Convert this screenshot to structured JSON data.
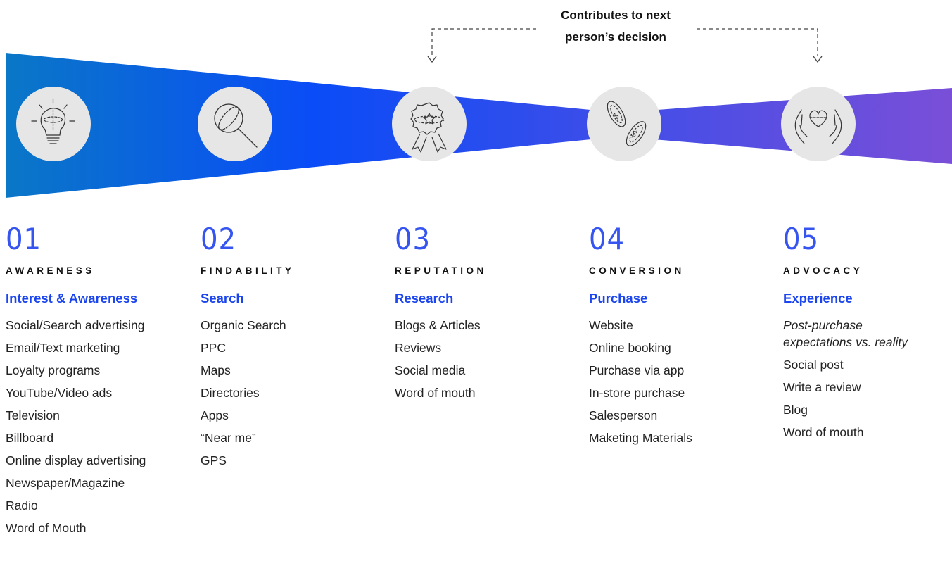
{
  "callout": {
    "line1": "Contributes to next",
    "line2": "person’s decision"
  },
  "funnel_colors": {
    "left": "#0a78c6",
    "mid": "#0a4cf7",
    "right": "#7a4fd8",
    "circle": "#e6e6e6",
    "icon_stroke": "#333333"
  },
  "stages": [
    {
      "number": "01",
      "name": "AWARENESS",
      "subtitle": "Interest & Awareness",
      "icon": "lightbulb-icon",
      "items": [
        {
          "text": "Social/Search advertising",
          "wrap": true
        },
        {
          "text": "Email/Text marketing"
        },
        {
          "text": "Loyalty programs"
        },
        {
          "text": "YouTube/Video ads"
        },
        {
          "text": "Television"
        },
        {
          "text": "Billboard"
        },
        {
          "text": "Online display advertising",
          "wrap": true
        },
        {
          "text": "Newspaper/Magazine"
        },
        {
          "text": "Radio"
        },
        {
          "text": "Word of Mouth"
        }
      ]
    },
    {
      "number": "02",
      "name": "FINDABILITY",
      "subtitle": "Search",
      "icon": "magnifier-icon",
      "items": [
        {
          "text": "Organic Search"
        },
        {
          "text": "PPC"
        },
        {
          "text": "Maps"
        },
        {
          "text": "Directories"
        },
        {
          "text": "Apps"
        },
        {
          "text": "“Near me”"
        },
        {
          "text": "GPS"
        }
      ]
    },
    {
      "number": "03",
      "name": "REPUTATION",
      "subtitle": "Research",
      "icon": "award-ribbon-icon",
      "items": [
        {
          "text": "Blogs & Articles"
        },
        {
          "text": "Reviews"
        },
        {
          "text": "Social media"
        },
        {
          "text": "Word of mouth"
        }
      ]
    },
    {
      "number": "04",
      "name": "CONVERSION",
      "subtitle": "Purchase",
      "icon": "coins-icon",
      "items": [
        {
          "text": "Website"
        },
        {
          "text": "Online booking"
        },
        {
          "text": "Purchase via app"
        },
        {
          "text": "In-store purchase"
        },
        {
          "text": "Salesperson"
        },
        {
          "text": "Maketing Materials"
        }
      ]
    },
    {
      "number": "05",
      "name": "ADVOCACY",
      "subtitle": "Experience",
      "icon": "hands-heart-icon",
      "items": [
        {
          "text": "Post-purchase expectations vs. reality",
          "italic": true
        },
        {
          "text": "Social post"
        },
        {
          "text": "Write a review"
        },
        {
          "text": "Blog"
        },
        {
          "text": "Word of mouth"
        }
      ]
    }
  ]
}
